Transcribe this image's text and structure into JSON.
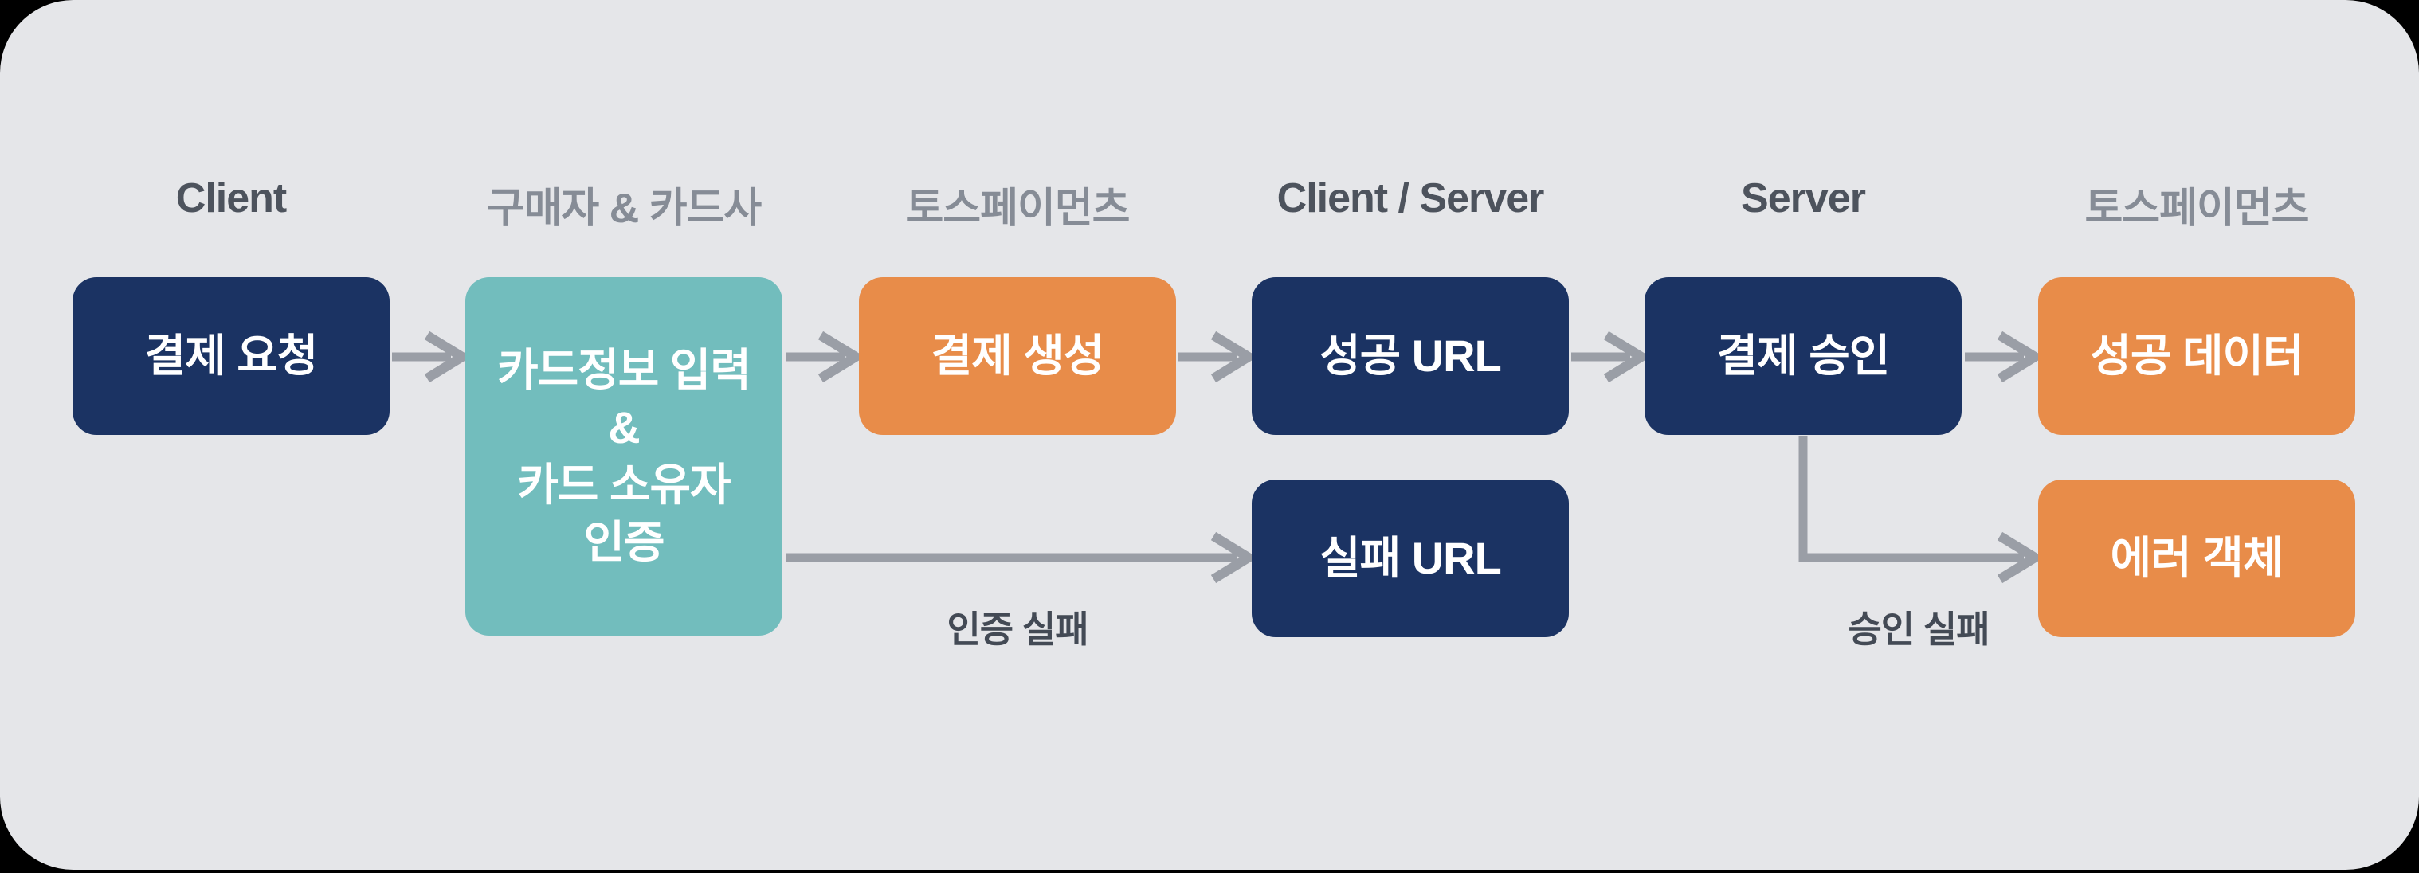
{
  "diagram": {
    "lanes": [
      {
        "label": "Client",
        "tone": "dark"
      },
      {
        "label": "구매자 & 카드사",
        "tone": "muted"
      },
      {
        "label": "토스페이먼츠",
        "tone": "muted"
      },
      {
        "label": "Client / Server",
        "tone": "dark"
      },
      {
        "label": "Server",
        "tone": "dark"
      },
      {
        "label": "토스페이먼츠",
        "tone": "muted"
      }
    ],
    "nodes": {
      "payment_request": "결제 요청",
      "card_input": "카드정보 입력\n&\n카드 소유자\n인증",
      "payment_create": "결제 생성",
      "success_url": "성공 URL",
      "fail_url": "실패 URL",
      "payment_confirm": "결제 승인",
      "success_data": "성공 데이터",
      "error_object": "에러 객체"
    },
    "edge_labels": {
      "auth_fail": "인증 실패",
      "confirm_fail": "승인 실패"
    },
    "colors": {
      "page-bg": "#000000",
      "panel-bg": "#e5e6e9",
      "navy": "#1b3363",
      "teal": "#72bdbd",
      "orange": "#e88c49",
      "arrow": "#9a9ea6",
      "lane-dark": "#4d535d",
      "lane-muted": "#868c96",
      "edge-label": "#434a55",
      "node-text": "#ffffff"
    }
  }
}
